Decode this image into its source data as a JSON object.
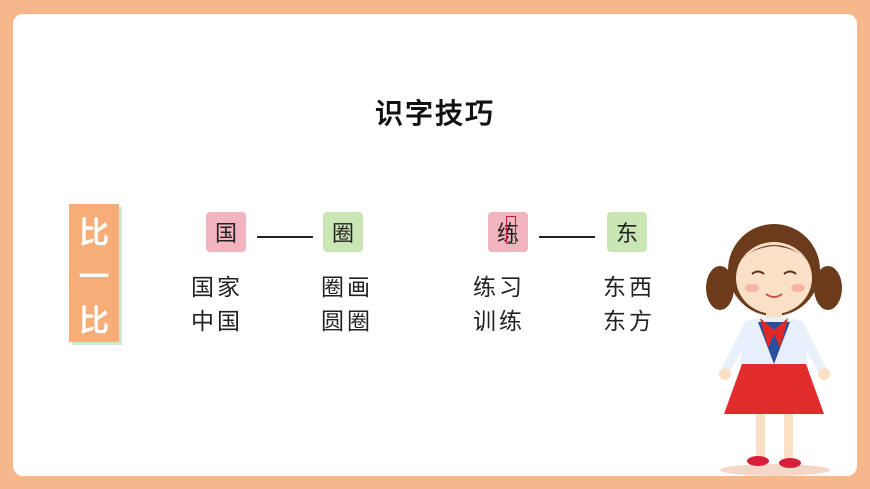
{
  "title": "识字技巧",
  "tag": {
    "chars": [
      "比",
      "一",
      "比"
    ]
  },
  "pairs": [
    {
      "left": "国",
      "right": "圈",
      "left_words": [
        "国家",
        "中国"
      ],
      "right_words": [
        "圈画",
        "圆圈"
      ]
    },
    {
      "left": "练",
      "right": "东",
      "left_words": [
        "练习",
        "训练"
      ],
      "right_words": [
        "东西",
        "东方"
      ]
    }
  ],
  "colors": {
    "frame": "#f6b88a",
    "tag": "#f7ad78",
    "pink_box": "#f2b5c0",
    "green_box": "#c9e6b4"
  }
}
